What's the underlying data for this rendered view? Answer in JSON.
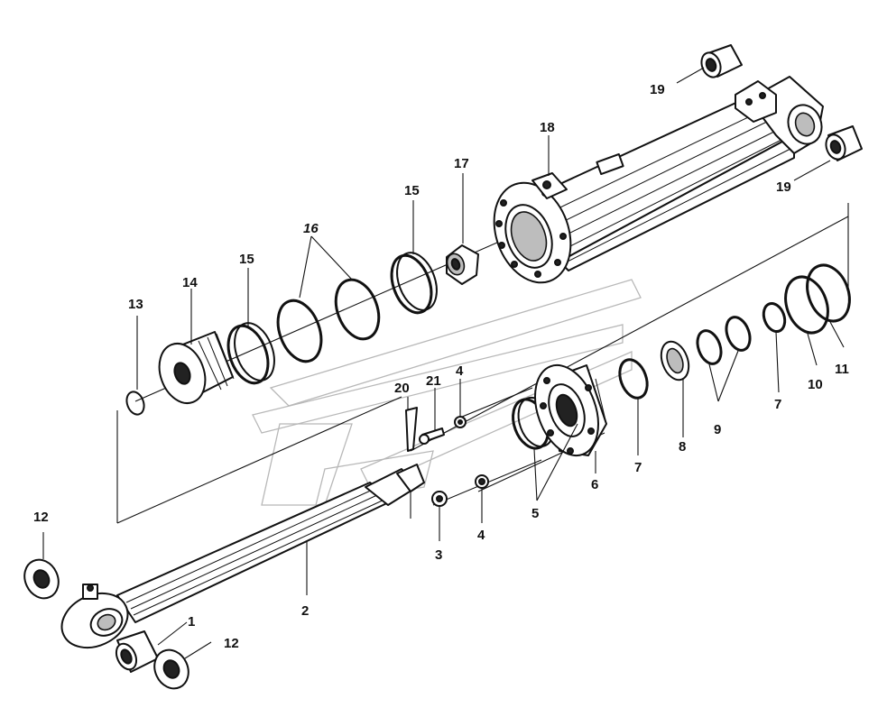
{
  "callouts": {
    "c1": "1",
    "c2": "2",
    "c3": "3",
    "c4a": "4",
    "c4b": "4",
    "c5": "5",
    "c6": "6",
    "c7a": "7",
    "c7b": "7",
    "c8": "8",
    "c9": "9",
    "c10": "10",
    "c11": "11",
    "c12a": "12",
    "c12b": "12",
    "c13": "13",
    "c14": "14",
    "c15a": "15",
    "c15b": "15",
    "c16": "16",
    "c17": "17",
    "c18": "18",
    "c19a": "19",
    "c19b": "19",
    "c20": "20",
    "c21": "21"
  }
}
